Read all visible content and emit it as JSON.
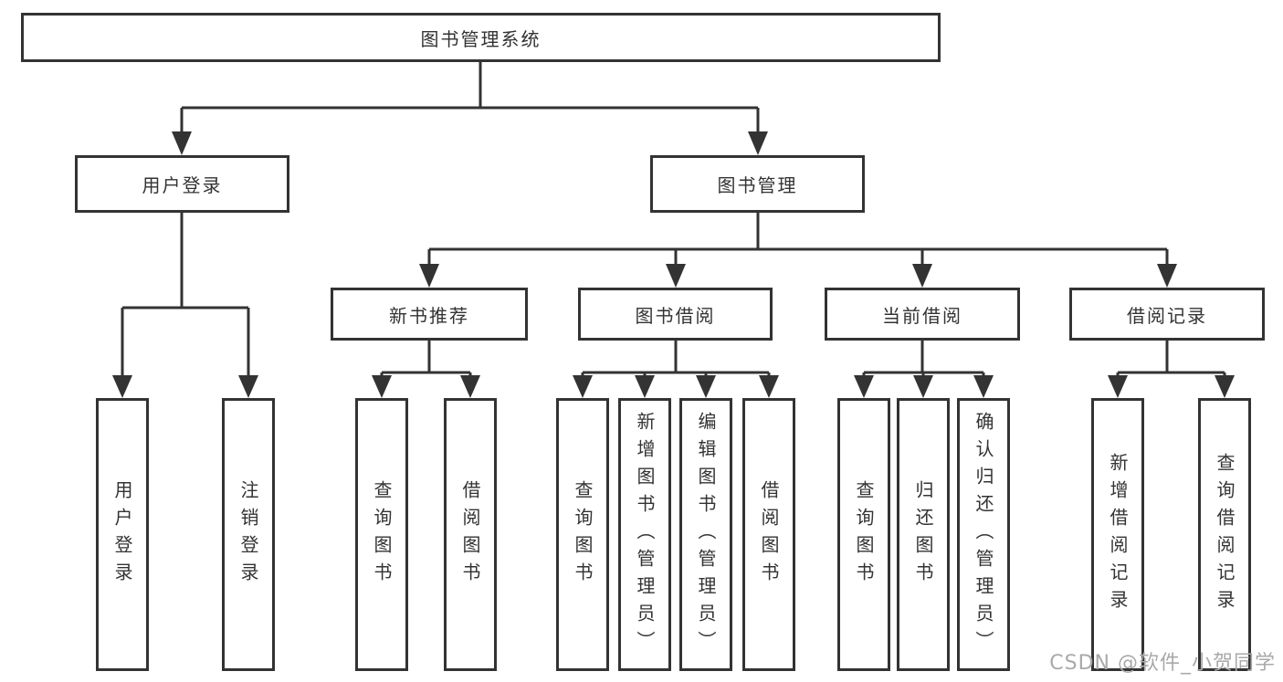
{
  "diagram": {
    "root": {
      "label": "图书管理系统"
    },
    "level2": [
      {
        "label": "用户登录"
      },
      {
        "label": "图书管理"
      }
    ],
    "level3": [
      {
        "label": "新书推荐"
      },
      {
        "label": "图书借阅"
      },
      {
        "label": "当前借阅"
      },
      {
        "label": "借阅记录"
      }
    ],
    "leaves": {
      "user_login": [
        "用户登录",
        "注销登录"
      ],
      "new_books": [
        "查询图书",
        "借阅图书"
      ],
      "book_borrow": [
        "查询图书",
        "新增图书（管理员）",
        "编辑图书（管理员）",
        "借阅图书"
      ],
      "current_borrow": [
        "查询图书",
        "归还图书",
        "确认归还（管理员）"
      ],
      "borrow_records": [
        "新增借阅记录",
        "查询借阅记录"
      ]
    },
    "colors": {
      "line": "#333333",
      "text": "#333333",
      "background": "#ffffff",
      "watermark": "#a9a9a9"
    }
  },
  "watermark": {
    "text": "CSDN @软件_小贺同学"
  }
}
